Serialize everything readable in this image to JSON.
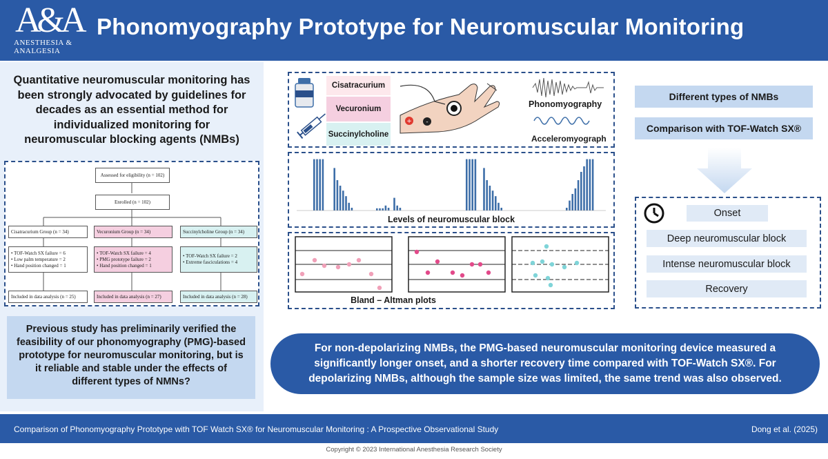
{
  "header": {
    "logo_text": "A&A",
    "logo_subtext": "ANESTHESIA & ANALGESIA",
    "title": "Phonomyography Prototype for Neuromuscular Monitoring"
  },
  "intro": "Quantitative neuromuscular monitoring has been strongly advocated by guidelines for decades as an essential method for individualized monitoring for neuromuscular blocking agents (NMBs)",
  "flowchart": {
    "assessed": "Assessed for eligibility (n = 102)",
    "enrolled": "Enrolled (n = 102)",
    "groups": [
      {
        "name": "Cisatracurium Group (n = 34)",
        "exclusions": [
          "TOF-Watch SX failure = 6",
          "Low palm temperature = 2",
          "Hand position changed = 1"
        ],
        "included": "Included in data analysis (n = 25)"
      },
      {
        "name": "Vecuronium Group (n = 34)",
        "exclusions": [
          "TOF-Watch SX failure = 4",
          "PMG prototype failure = 2",
          "Hand position changed = 1"
        ],
        "included": "Included in data analysis (n = 27)"
      },
      {
        "name": "Succinylcholine Group (n = 34)",
        "exclusions": [
          "TOF-Watch SX failure = 2",
          "Extreme fasciculations = 4"
        ],
        "included": "Included in data analysis (n = 28)"
      }
    ]
  },
  "previous_study": "Previous study has preliminarily verified the feasibility of our phonomyography (PMG)-based prototype for neuromuscular monitoring, but is it reliable and stable under the effects of different types of NMNs?",
  "drugs": [
    "Cisatracurium",
    "Vecuronium",
    "Succinylcholine"
  ],
  "signals": {
    "pmg": "Phonomyography",
    "amg": "Acceleromyograph"
  },
  "chart_levels": {
    "caption": "Levels of neuromuscular block"
  },
  "chart_bland": {
    "caption": "Bland – Altman plots"
  },
  "right": {
    "item1": "Different types of NMBs",
    "item2": "Comparison with TOF-Watch SX®",
    "phases": [
      "Onset",
      "Deep neuromuscular block",
      "Intense neuromuscular block",
      "Recovery"
    ]
  },
  "conclusion": "For non-depolarizing NMBs, the PMG-based neuromuscular monitoring device measured a significantly longer onset, and a shorter recovery time compared with TOF-Watch SX®. For depolarizing NMBs, although the sample size was limited, the same trend was also observed.",
  "footer": {
    "citation": "Comparison of Phonomyography Prototype with TOF Watch SX® for Neuromuscular Monitoring : A Prospective Observational Study",
    "author": "Dong et al. (2025)"
  },
  "copyright": "Copyright © 2023 International Anesthesia Research Society",
  "colors": {
    "brand_blue": "#2a5aa6",
    "light_blue": "#c4d8f0",
    "cisatracurium": "#fde8ec",
    "vecuronium": "#f5cfe0",
    "succinylcholine": "#d8f1f1",
    "bar_blue": "#3d6ea8",
    "dot_pink": "#f0a0b8",
    "dot_magenta": "#e24a8a",
    "dot_teal": "#7fd4d8"
  }
}
